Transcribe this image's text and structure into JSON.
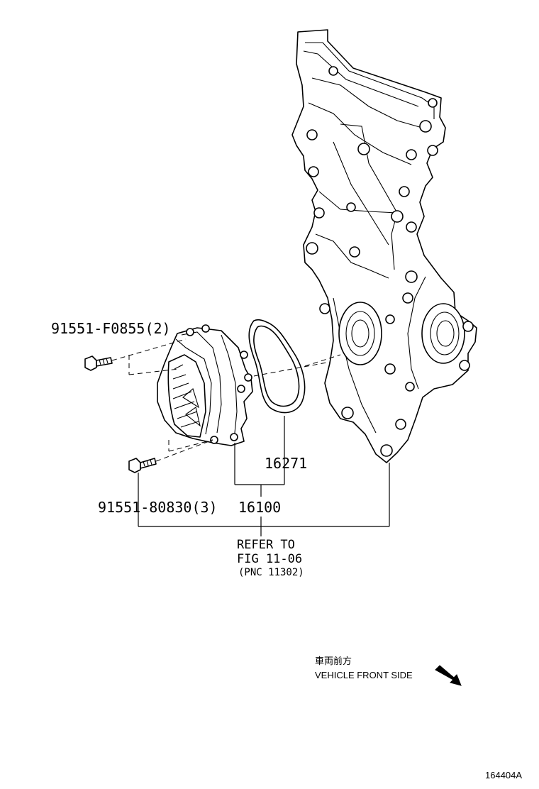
{
  "labels": {
    "bolt_upper": "91551-F0855(2)",
    "bolt_lower": "91551-80830(3)",
    "gasket": "16271",
    "pump_assembly": "16100",
    "refer_line1": "REFER TO",
    "refer_line2": "FIG 11-06",
    "refer_line3": "(PNC 11302)"
  },
  "direction": {
    "japanese": "車両前方",
    "english": "VEHICLE FRONT SIDE"
  },
  "figure_id": "164404A",
  "icons": {
    "direction_arrow": "arrow-down-right-icon"
  }
}
